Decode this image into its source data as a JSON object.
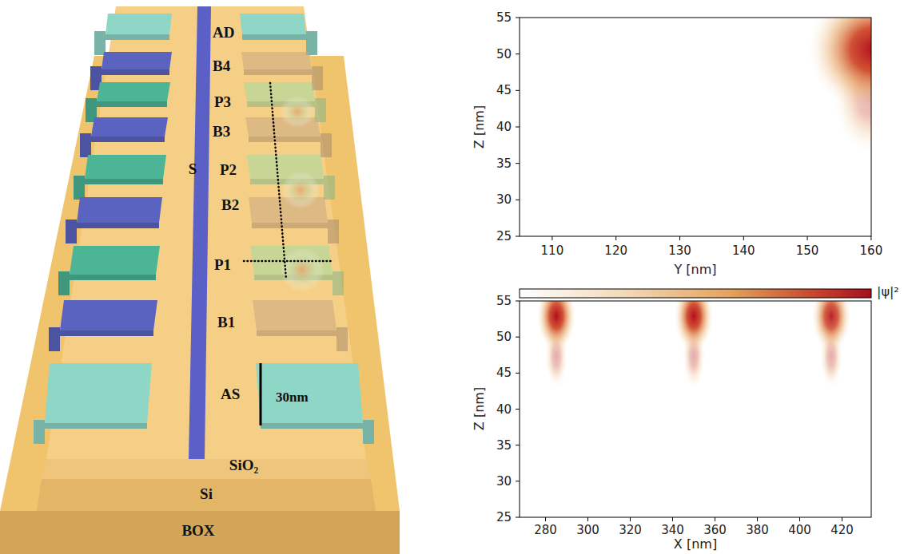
{
  "diagram": {
    "labels": [
      "AD",
      "B4",
      "P3",
      "B3",
      "S",
      "P2",
      "B2",
      "P1",
      "B1",
      "AS",
      "30nm",
      "SiO₂",
      "Si",
      "BOX",
      "55",
      "50",
      "45",
      "40",
      "35",
      "30",
      "25",
      "Z [nm]",
      "110",
      "120",
      "130",
      "140",
      "150",
      "160",
      "Y [nm]",
      "|ψ|²",
      "55",
      "50",
      "45",
      "40",
      "35",
      "30",
      "25",
      "Z [nm]",
      "280",
      "300",
      "320",
      "340",
      "360",
      "380",
      "400",
      "420",
      "X [nm]"
    ]
  }
}
